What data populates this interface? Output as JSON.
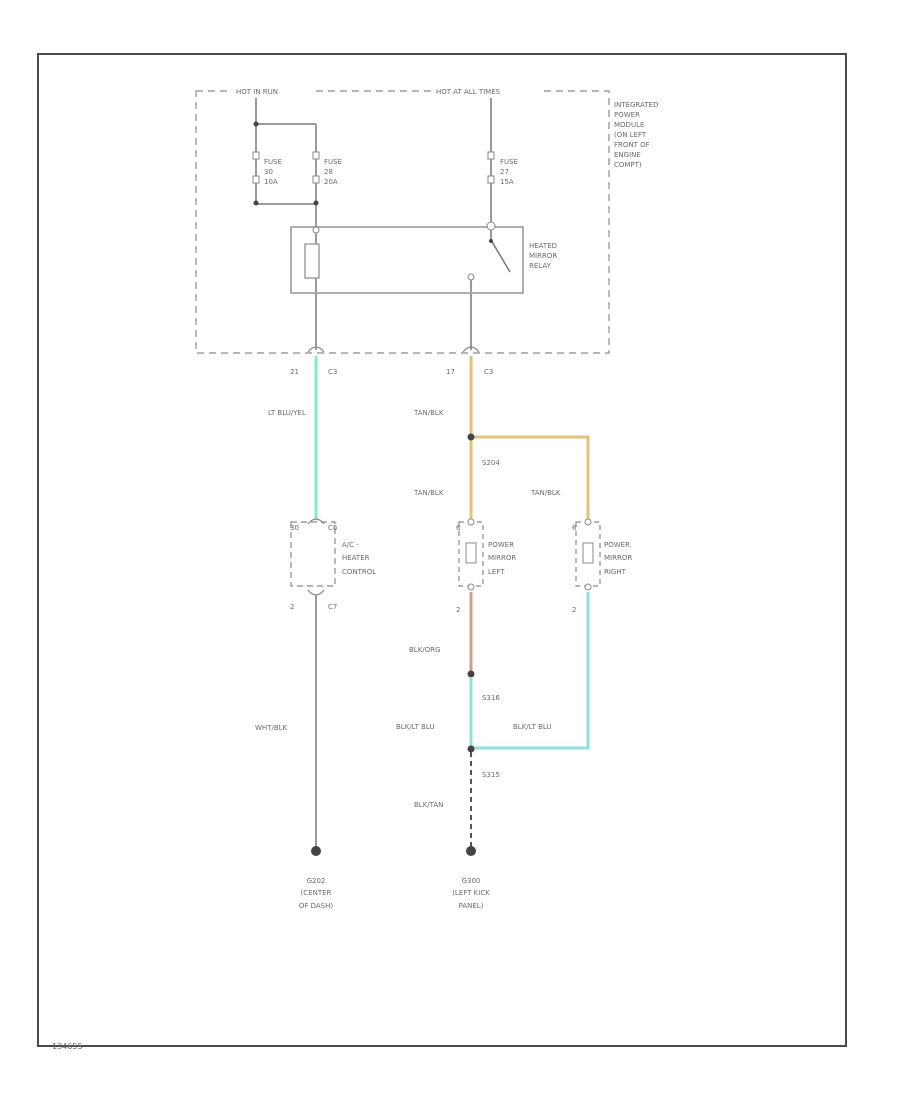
{
  "footer_code": "134655",
  "top_labels": {
    "hot_run_start": "HOT IN RUN",
    "hot_at_all_times": "HOT AT ALL TIMES"
  },
  "ipm_label": [
    "INTEGRATED",
    "POWER",
    "MODULE",
    "(ON LEFT",
    "FRONT OF",
    "ENGINE",
    "COMPT)"
  ],
  "fuse_a": [
    "FUSE",
    "30",
    "10A"
  ],
  "fuse_b": [
    "FUSE",
    "28",
    "20A"
  ],
  "fuse_c": [
    "FUSE",
    "27",
    "15A"
  ],
  "relay_label": [
    "HEATED",
    "MIRROR",
    "RELAY"
  ],
  "ipm_pin_left": {
    "pin": "21",
    "conn": "C3"
  },
  "ipm_pin_right": {
    "pin": "17",
    "conn": "C3"
  },
  "wires": {
    "lt_blu_yel": "LT BLU/YEL",
    "tan_blk_1": "TAN/BLK",
    "tan_blk_2": "TAN/BLK",
    "tan_blk_3": "TAN/BLK",
    "blk_org": "BLK/ORG",
    "blk_lt_blu_1": "BLK/LT BLU",
    "blk_lt_blu_2": "BLK/LT BLU",
    "blk_tan": "BLK/TAN",
    "wht_blk": "WHT/BLK"
  },
  "splices": {
    "s204": "S204",
    "s316": "S316",
    "s315": "S315"
  },
  "ac_control": {
    "label": [
      "A/C -",
      "HEATER",
      "CONTROL"
    ],
    "pin_top": "30",
    "conn_top": "C6",
    "pin_bottom": "2",
    "conn_bottom": "C7"
  },
  "mirror_left": {
    "label": [
      "POWER",
      "MIRROR",
      "LEFT"
    ],
    "pin_top": "6",
    "pin_bottom": "2"
  },
  "mirror_right": {
    "label": [
      "POWER",
      "MIRROR",
      "RIGHT"
    ],
    "pin_top": "6",
    "pin_bottom": "2"
  },
  "ground_left": [
    "G202",
    "(CENTER",
    "OF DASH)"
  ],
  "ground_right": [
    "G300",
    "(LEFT KICK",
    "PANEL)"
  ]
}
